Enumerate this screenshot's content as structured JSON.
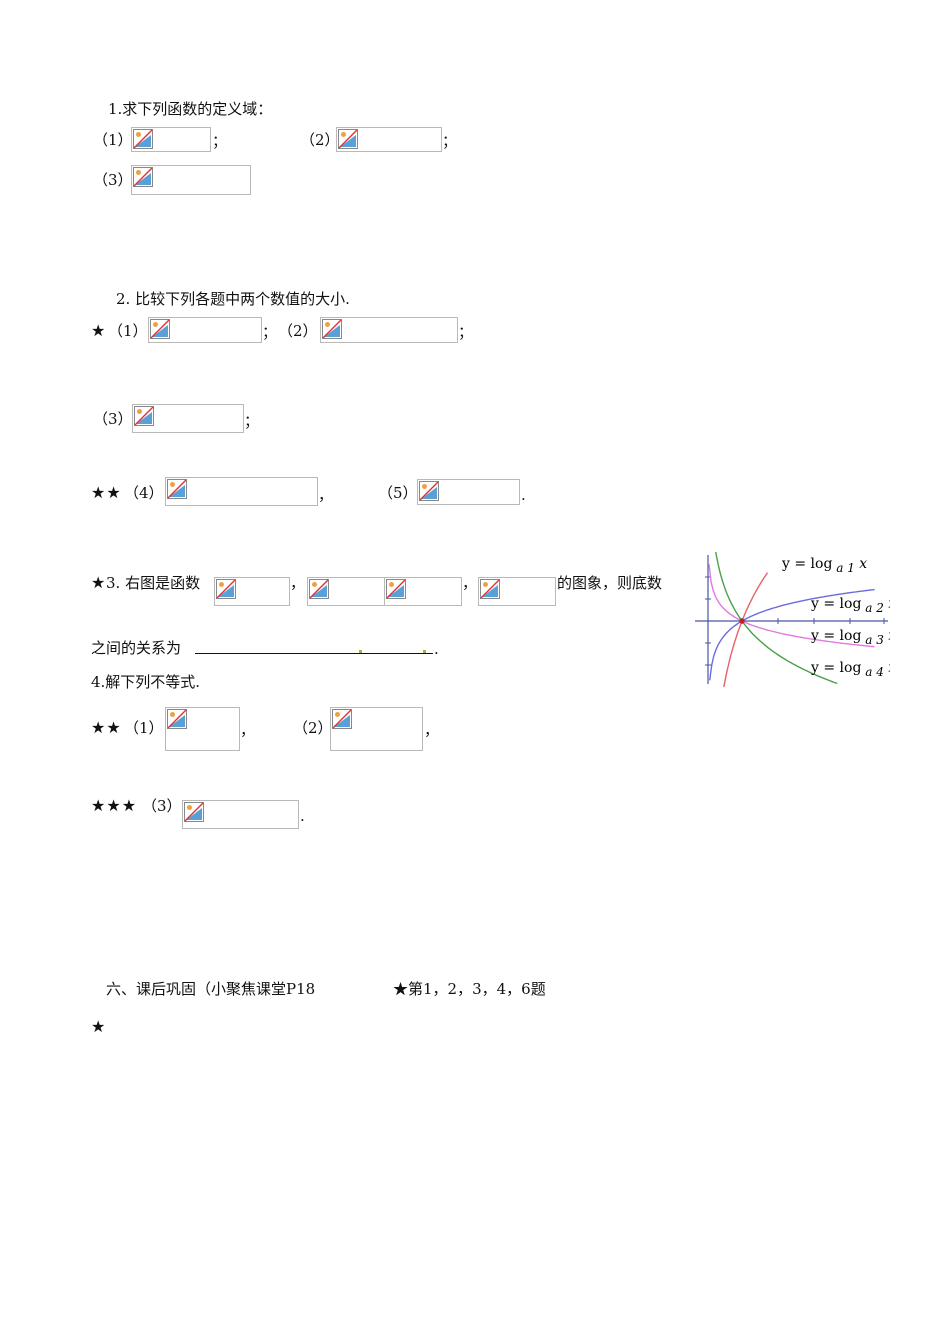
{
  "q1": {
    "title": "1.求下列函数的定义域：",
    "p1": "（1）",
    "p2": "（2）",
    "p3": "（3）",
    "sep": "；"
  },
  "q2": {
    "title": "2. 比较下列各题中两个数值的大小.",
    "star1": "★",
    "p1": "（1）",
    "p2": "（2）",
    "p3": "（3）",
    "star4": "★★",
    "p4": "（4）",
    "p5": "（5）",
    "sep": "；",
    "comma": "，",
    "period": "."
  },
  "q3": {
    "star": "★",
    "text_a": "3. 右图是函数",
    "comma": "，",
    "text_b": "的图象，则底数",
    "text_c": "之间的关系为",
    "period": "."
  },
  "q4": {
    "title": "4.解下列不等式.",
    "star12": "★★",
    "p1": "（1）",
    "p2": "（2）",
    "comma": "，",
    "star3": "★★★",
    "p3": "（3）",
    "period": "."
  },
  "section6": {
    "text": "六、课后巩固（小聚焦课堂P18",
    "assign": "★第1，2，3，4，6题"
  },
  "bottom_star": "★",
  "graph": {
    "labels": [
      "y = log",
      "y = log",
      "y = log",
      "y = log"
    ],
    "subs": [
      "a 1",
      "a 2",
      "a 3",
      "a 4"
    ],
    "var": "x",
    "colors": {
      "a1": "#e8606a",
      "a2": "#6b6be0",
      "a3": "#e07ae0",
      "a4": "#4aa04a",
      "axis": "#4a55a6"
    }
  }
}
